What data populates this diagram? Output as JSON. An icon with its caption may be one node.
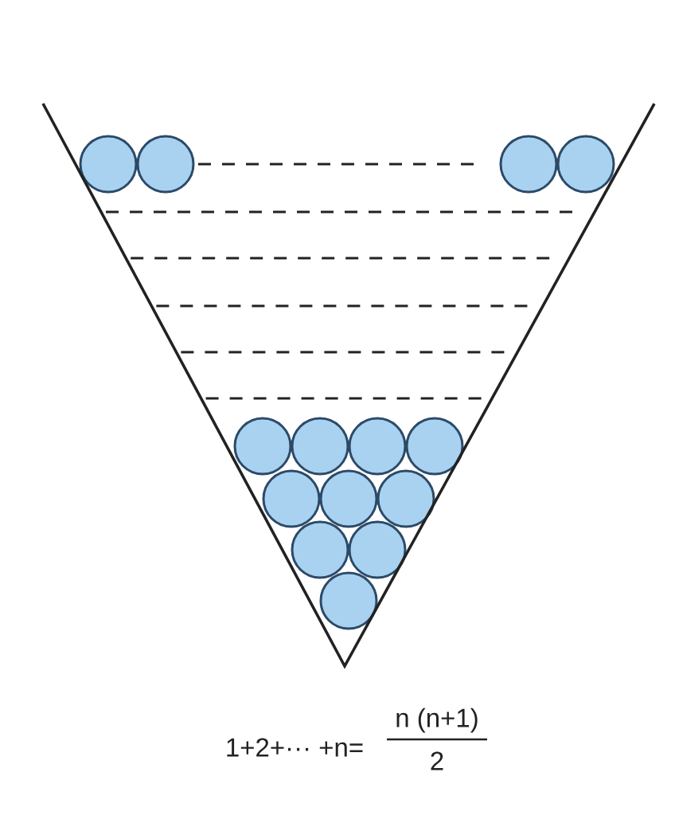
{
  "diagram": {
    "labels": [
      "1+2+··· +n=",
      "n (n+1)",
      "2"
    ]
  }
}
